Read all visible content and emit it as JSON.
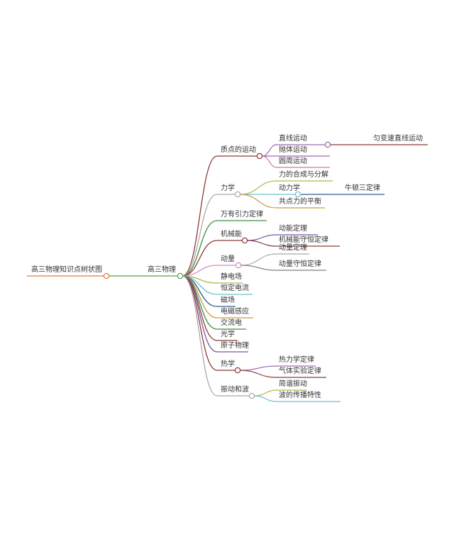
{
  "root": {
    "label": "高三物理知识点树状图",
    "color": "#e07a3c"
  },
  "center": {
    "label": "高三物理",
    "color": "#5a9e4b"
  },
  "branches": [
    {
      "label": "质点的运动",
      "color": "#8c3a3a",
      "children": [
        {
          "label": "直线运动",
          "color": "#9a6bb0",
          "children": [
            {
              "label": "匀变速直线运动",
              "color": "#8c3a3a"
            }
          ]
        },
        {
          "label": "抛体运动",
          "color": "#9a6bb0"
        },
        {
          "label": "圆周运动",
          "color": "#c77aa9"
        }
      ]
    },
    {
      "label": "力学",
      "color": "#a9a9a9",
      "children": [
        {
          "label": "力的合成与分解",
          "color": "#b5b84a"
        },
        {
          "label": "动力学",
          "color": "#6ec1d2",
          "children": [
            {
              "label": "牛顿三定律",
              "color": "#2c5d8f"
            }
          ]
        },
        {
          "label": "共点力的平衡",
          "color": "#c99a3c"
        }
      ]
    },
    {
      "label": "万有引力定律",
      "color": "#3f8f3f"
    },
    {
      "label": "机械能",
      "color": "#8c3a3a",
      "children": [
        {
          "label": "动能定理",
          "color": "#7a55a8"
        },
        {
          "label": "机械能守恒定律",
          "color": "#8c3a3a"
        }
      ]
    },
    {
      "label": "动量",
      "color": "#d28bc5",
      "children": [
        {
          "label": "动量定理",
          "color": "#a9a9a9"
        },
        {
          "label": "动量守恒定律",
          "color": "#8c7e7e"
        }
      ]
    },
    {
      "label": "静电场",
      "color": "#b5b84a"
    },
    {
      "label": "恒定电流",
      "color": "#6ec1d2"
    },
    {
      "label": "磁场",
      "color": "#2c5d8f"
    },
    {
      "label": "电磁感应",
      "color": "#c99a3c"
    },
    {
      "label": "交流电",
      "color": "#3f8f3f"
    },
    {
      "label": "光学",
      "color": "#8c3a3a"
    },
    {
      "label": "原子物理",
      "color": "#7a55a8"
    },
    {
      "label": "热学",
      "color": "#8c3a3a",
      "children": [
        {
          "label": "热力学定律",
          "color": "#9a6bb0"
        },
        {
          "label": "气体实验定律",
          "color": "#8c3a3a"
        }
      ]
    },
    {
      "label": "振动和波",
      "color": "#a9a9a9",
      "children": [
        {
          "label": "简谐振动",
          "color": "#b5b84a"
        },
        {
          "label": "波的传播特性",
          "color": "#6ec1d2"
        }
      ]
    }
  ]
}
